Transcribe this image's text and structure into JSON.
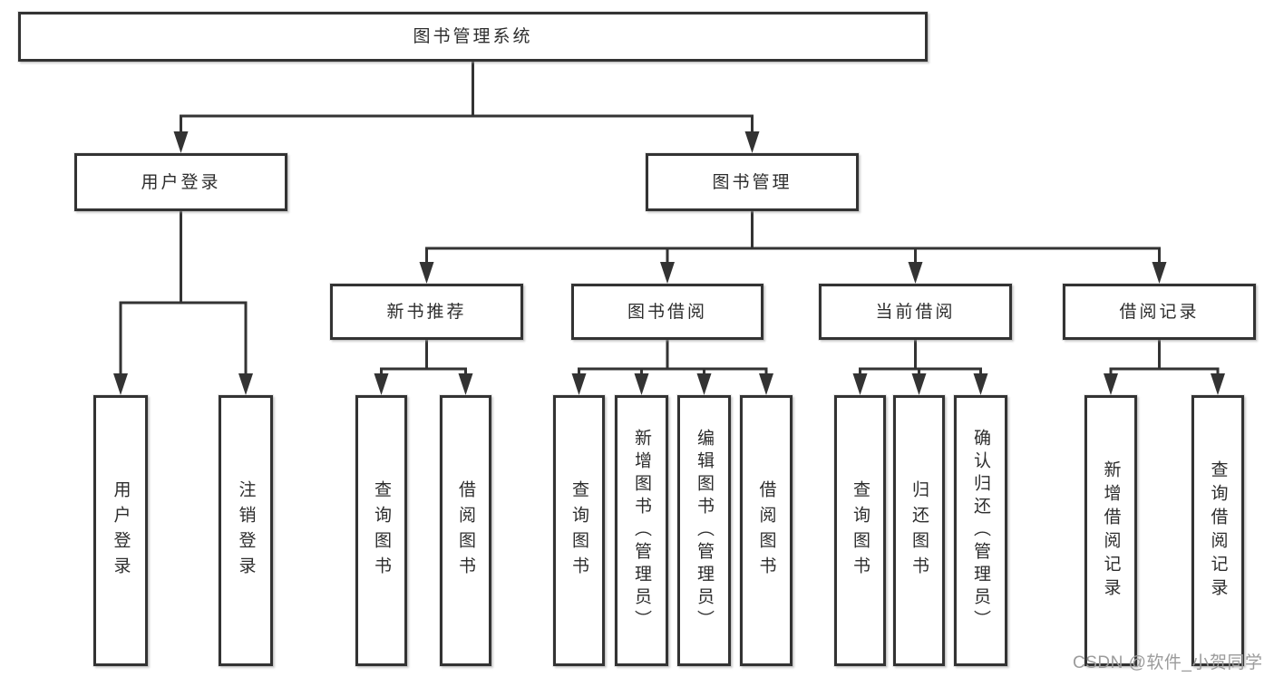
{
  "diagram_title": "图书管理系统",
  "nodes": {
    "root": "图书管理系统",
    "user_login": "用户登录",
    "book_mgmt": "图书管理",
    "new_book": "新书推荐",
    "book_borrow": "图书借阅",
    "current_borrow": "当前借阅",
    "borrow_record": "借阅记录",
    "leaf_user_login": "用户登录",
    "leaf_logout": "注销登录",
    "leaf_nb_query": "查询图书",
    "leaf_nb_borrow": "借阅图书",
    "leaf_bb_query": "查询图书",
    "leaf_bb_add": "新增图书（管理员）",
    "leaf_bb_edit": "编辑图书（管理员）",
    "leaf_bb_borrow": "借阅图书",
    "leaf_cb_query": "查询图书",
    "leaf_cb_return": "归还图书",
    "leaf_cb_confirm": "确认归还（管理员）",
    "leaf_br_add": "新增借阅记录",
    "leaf_br_query": "查询借阅记录"
  },
  "tree": {
    "图书管理系统": {
      "用户登录": [
        "用户登录",
        "注销登录"
      ],
      "图书管理": {
        "新书推荐": [
          "查询图书",
          "借阅图书"
        ],
        "图书借阅": [
          "查询图书",
          "新增图书（管理员）",
          "编辑图书（管理员）",
          "借阅图书"
        ],
        "当前借阅": [
          "查询图书",
          "归还图书",
          "确认归还（管理员）"
        ],
        "借阅记录": [
          "新增借阅记录",
          "查询借阅记录"
        ]
      }
    }
  },
  "watermark": {
    "text": "CSDN @软件_小贺同学",
    "color": "#9b9b9b"
  },
  "colors": {
    "line": "#333333",
    "box_border": "#333333",
    "text": "#2d2d2d",
    "background": "#ffffff"
  }
}
